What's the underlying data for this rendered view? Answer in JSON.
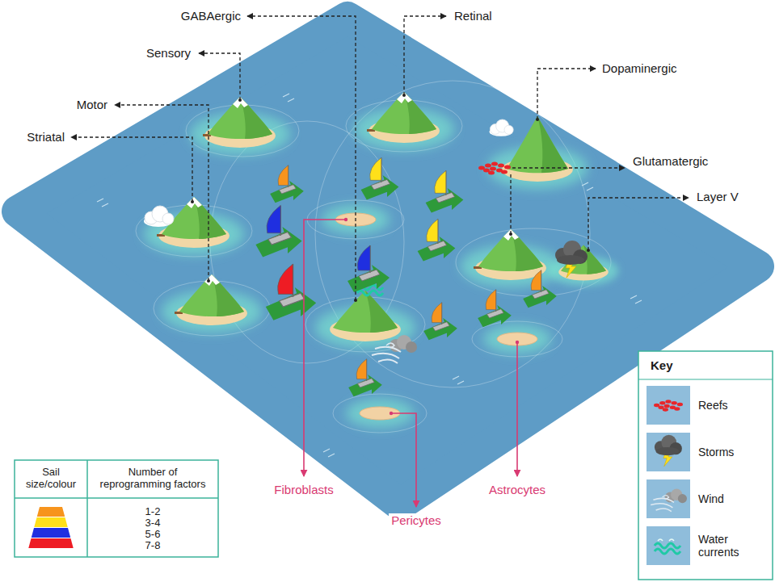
{
  "diagram": {
    "labels": [
      "GABAergic",
      "Retinal",
      "Sensory",
      "Dopaminergic",
      "Motor",
      "Glutamatergic",
      "Striatal",
      "Layer V",
      "Fibroblasts",
      "Pericytes",
      "Astrocytes",
      "Sail size/colour",
      "Number of reprogramming factors",
      "Key"
    ],
    "legend": [
      {
        "text": "1-2",
        "color": "#f7941d"
      },
      {
        "text": "3-4",
        "color": "#ffe01a"
      },
      {
        "text": "5-6",
        "color": "#1f2fe0"
      },
      {
        "text": "7-8",
        "color": "#ee1c24"
      },
      {
        "text": "Reefs"
      },
      {
        "text": "Storms"
      },
      {
        "text": "Wind"
      },
      {
        "text": "Water currents"
      }
    ]
  }
}
